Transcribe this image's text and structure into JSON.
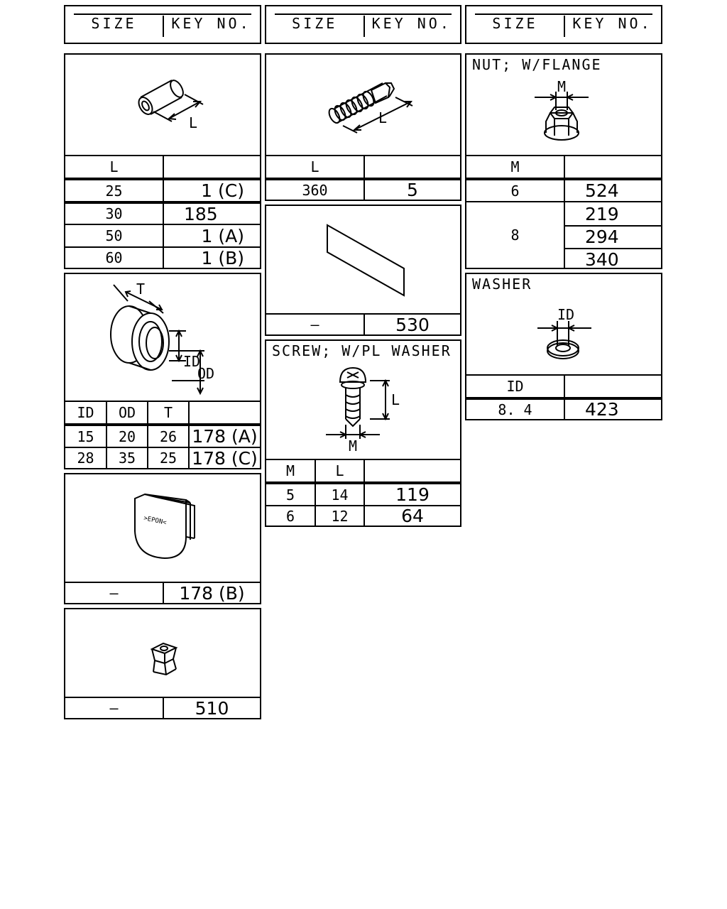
{
  "header": {
    "size_label": "SIZE",
    "key_label": "KEY NO."
  },
  "spacer": {
    "col_label": "L",
    "dim_label": "L",
    "rows": [
      {
        "size": "25",
        "key": "1 (C)"
      },
      {
        "size": "30",
        "key": "185"
      },
      {
        "size": "50",
        "key": "1 (A)"
      },
      {
        "size": "60",
        "key": "1 (B)"
      }
    ]
  },
  "grommet": {
    "cols": [
      "ID",
      "OD",
      "T"
    ],
    "dims": {
      "t": "T",
      "id": "ID",
      "od": "OD"
    },
    "rows": [
      {
        "id": "15",
        "od": "20",
        "t": "26",
        "key": "178 (A)"
      },
      {
        "id": "28",
        "od": "35",
        "t": "25",
        "key": "178 (C)"
      }
    ]
  },
  "cap": {
    "stamp": ">EPON<",
    "size": "–",
    "key": "178 (B)"
  },
  "clip": {
    "size": "–",
    "key": "510"
  },
  "bolt": {
    "col_label": "L",
    "dim_label": "L",
    "rows": [
      {
        "size": "360",
        "key": "5"
      }
    ]
  },
  "tape": {
    "size": "–",
    "key": "530"
  },
  "screw": {
    "title": "SCREW; W/PL WASHER",
    "cols": [
      "M",
      "L"
    ],
    "dims": {
      "l": "L",
      "m": "M"
    },
    "rows": [
      {
        "m": "5",
        "l": "14",
        "key": "119"
      },
      {
        "m": "6",
        "l": "12",
        "key": "64"
      }
    ]
  },
  "nut": {
    "title": "NUT; W/FLANGE",
    "col_label": "M",
    "dim_label": "M",
    "rows": [
      {
        "size": "6",
        "key": "524"
      },
      {
        "size": "8",
        "keys": [
          "219",
          "294",
          "340"
        ]
      }
    ]
  },
  "washer": {
    "title": "WASHER",
    "col_label": "ID",
    "dim_label": "ID",
    "rows": [
      {
        "size": "8. 4",
        "key": "423"
      }
    ]
  }
}
